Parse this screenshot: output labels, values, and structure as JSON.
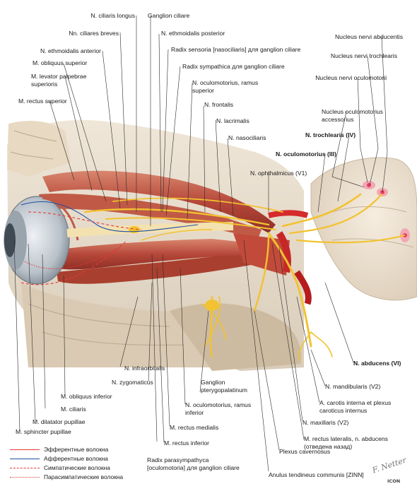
{
  "labels": {
    "ciliaris_longus": "N. ciliaris longus",
    "ganglion_ciliare": "Ganglion ciliare",
    "ciliares_breves": "Nn. ciliares breves",
    "ethmoidalis_posterior": "N. ethmoidalis posterior",
    "ethmoidalis_anterior": "N. ethmoidalis anterior",
    "radix_sensoria": "Radix sensoria [nasociliaris] для ganglion ciliare",
    "obliquus_superior": "M. obliquus superior",
    "radix_sympathica": "Radix sympathica для ganglion ciliare",
    "levator_line1": "M. levator palpebrae",
    "levator_line2": "superioris",
    "oculomotorius_sup_line1": "N. oculomotorius, ramus",
    "oculomotorius_sup_line2": "superior",
    "rectus_superior": "M. rectus superior",
    "frontalis": "N. frontalis",
    "lacrimalis": "N. lacrimalis",
    "nasociliaris": "N. nasociliaris",
    "nucleus_abducentis": "Nucleus nervi abducentis",
    "nucleus_trochlearis": "Nucleus nervi trochlearis",
    "nucleus_oculomotorii": "Nucleus nervi oculomotorii",
    "nucleus_accessorius_line1": "Nucleus oculomotorius",
    "nucleus_accessorius_line2": "accessorius",
    "trochlearis": "N. trochlearis (IV)",
    "oculomotorius": "N. oculomotorius (III)",
    "ophthalmicus": "N. ophthalmicus (V1)",
    "infraorbitalis": "N. infraorbitalis",
    "zygomaticus": "N. zygomaticus",
    "obliquus_inferior": "M. obliquus inferior",
    "ciliaris": "M. ciliaris",
    "dilatator": "M. dilatator pupillae",
    "sphincter": "M. sphincter pupillae",
    "pterygopalatinum_line1": "Ganglion",
    "pterygopalatinum_line2": "pterygopalatinum",
    "oculomotorius_inf_line1": "N. oculomotorius, ramus",
    "oculomotorius_inf_line2": "inferior",
    "rectus_medialis": "M. rectus medialis",
    "rectus_inferior": "M. rectus inferior",
    "abducens": "N. abducens (VI)",
    "mandibularis": "N. mandibularis (V2)",
    "carotis_line1": "A. carotis interna et plexus",
    "carotis_line2": "caroticus internus",
    "maxillaris": "N. maxillaris (V2)",
    "rectus_lateralis_line1": "M. rectus lateralis, n. abducens",
    "rectus_lateralis_line2": "(отведена назад)",
    "plexus": "Plexus cavernosus",
    "radix_parasymp_line1": "Radix parasympathyca",
    "radix_parasymp_line2": "[oculomotoria] для ganglion ciliare",
    "anulus": "Anulus tendineus communis [ZINN]"
  },
  "legend": [
    {
      "label": "Эфферентные волокна",
      "color": "#e53935",
      "style": "solid"
    },
    {
      "label": "Афферентные волокна",
      "color": "#1e4fa3",
      "style": "solid"
    },
    {
      "label": "Симпатические волокна",
      "color": "#e53935",
      "style": "dashed"
    },
    {
      "label": "Парасимпатические волокна",
      "color": "#e53935",
      "style": "dotted"
    }
  ],
  "signature": "F. Netter",
  "publisher": "ICON"
}
